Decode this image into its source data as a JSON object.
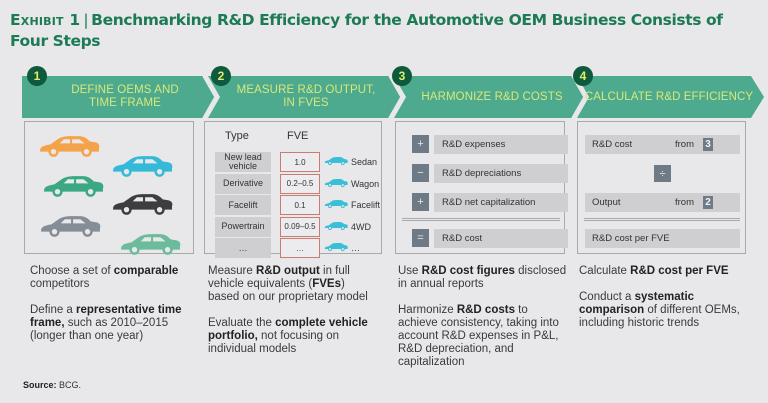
{
  "title": {
    "exhibit": "Exhibit 1",
    "separator": "|",
    "text": "Benchmarking R&D Efficiency for the Automotive OEM Business Consists of Four Steps"
  },
  "colors": {
    "title_green": "#1c7a55",
    "banner_green": "#4daa8e",
    "badge_dark_green": "#0f5a3c",
    "banner_text": "#d8e87a",
    "op_box_gray": "#6e7a86",
    "cell_gray": "#cfcfd1",
    "fve_border": "#c97d70",
    "car_cyan": "#3bbfd8"
  },
  "steps": [
    {
      "number": "1",
      "label_line1": "DEFINE OEMS AND",
      "label_line2": "TIME FRAME"
    },
    {
      "number": "2",
      "label_line1": "MEASURE R&D OUTPUT,",
      "label_line2": "IN FVES"
    },
    {
      "number": "3",
      "label_line1": "HARMONIZE R&D COSTS",
      "label_line2": ""
    },
    {
      "number": "4",
      "label_line1": "CALCULATE R&D EFFICIENCY",
      "label_line2": ""
    }
  ],
  "panel1": {
    "cars": [
      {
        "icon": "car-icon",
        "color": "#f5a34a"
      },
      {
        "icon": "car-icon",
        "color": "#35b9d9"
      },
      {
        "icon": "car-icon",
        "color": "#3aa883"
      },
      {
        "icon": "car-icon",
        "color": "#3d3d3f"
      },
      {
        "icon": "car-icon",
        "color": "#858d97"
      },
      {
        "icon": "car-icon",
        "color": "#6cbb9d"
      }
    ]
  },
  "panel2": {
    "header_type": "Type",
    "header_fve": "FVE",
    "rows": [
      {
        "type": "New lead vehicle",
        "fve": "1.0",
        "variant": "Sedan"
      },
      {
        "type": "Derivative",
        "fve": "0.2–0.5",
        "variant": "Wagon"
      },
      {
        "type": "Facelift",
        "fve": "0.1",
        "variant": "Facelift"
      },
      {
        "type": "Powertrain",
        "fve": "0.09–0.5",
        "variant": "4WD"
      },
      {
        "type": "…",
        "fve": "…",
        "variant": "…"
      }
    ]
  },
  "panel3": {
    "rows": [
      {
        "op": "+",
        "label": "R&D expenses"
      },
      {
        "op": "−",
        "label": "R&D depreciations"
      },
      {
        "op": "+",
        "label": "R&D net capitalization"
      },
      {
        "op": "=",
        "label": "R&D cost"
      }
    ]
  },
  "panel4": {
    "row1": {
      "label": "R&D cost",
      "from": "from",
      "ref": "3"
    },
    "divide": "÷",
    "row2": {
      "label": "Output",
      "from": "from",
      "ref": "2"
    },
    "result": "R&D cost per FVE"
  },
  "descriptions": {
    "col1": {
      "p1_a": "Choose a set of ",
      "p1_b": "comparable",
      "p1_c": " competitors",
      "p2_a": "Define a ",
      "p2_b": "representative time frame,",
      "p2_c": " such as 2010–2015 (longer than one year)"
    },
    "col2": {
      "p1_a": "Measure ",
      "p1_b": "R&D output",
      "p1_c": " in full vehicle equivalents (",
      "p1_d": "FVEs",
      "p1_e": ") based on our proprietary model",
      "p2_a": "Evaluate the ",
      "p2_b": "complete vehicle portfolio,",
      "p2_c": " not focusing on individual models"
    },
    "col3": {
      "p1_a": "Use ",
      "p1_b": "R&D cost figures",
      "p1_c": " disclosed in annual reports",
      "p2_a": "Harmonize ",
      "p2_b": "R&D costs",
      "p2_c": " to achieve consistency, taking into account R&D expenses in P&L, R&D depreciation, and capitalization"
    },
    "col4": {
      "p1_a": "Calculate ",
      "p1_b": "R&D cost per FVE",
      "p2_a": "Conduct a ",
      "p2_b": "systematic comparison",
      "p2_c": " of different OEMs, including historic trends"
    }
  },
  "source": {
    "label": "Source:",
    "text": " BCG."
  }
}
